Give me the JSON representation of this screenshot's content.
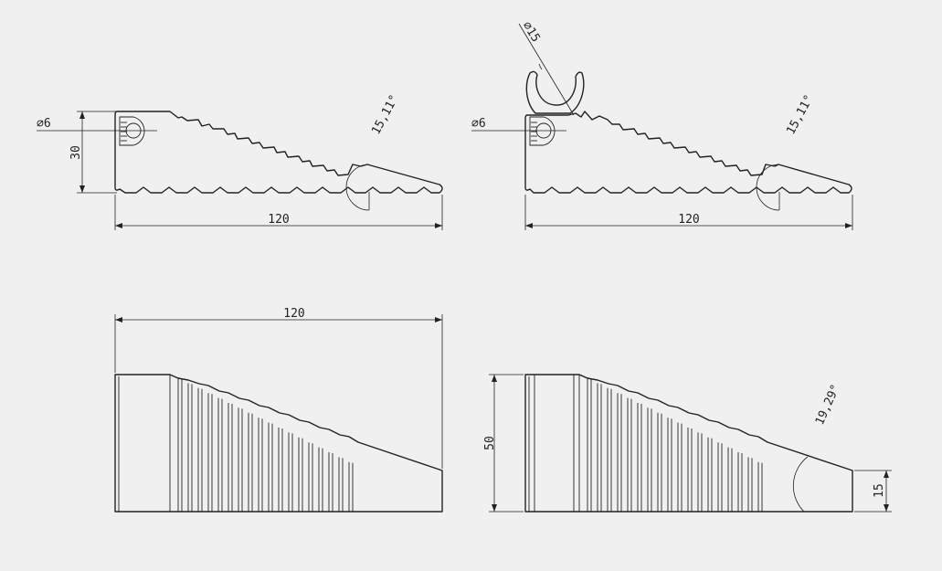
{
  "views": {
    "side_view_plain": {
      "hole_diameter": "⌀6",
      "height": "30",
      "length": "120",
      "angle": "15,11°"
    },
    "side_view_clip": {
      "clip_diameter": "⌀15",
      "hole_diameter": "⌀6",
      "length": "120",
      "angle": "15,11°"
    },
    "iso_view_left": {
      "length": "120"
    },
    "iso_view_right": {
      "height": "50",
      "end_height": "15",
      "angle": "19,29°"
    }
  },
  "colors": {
    "background": "#f0f0f0",
    "line": "#222222"
  }
}
